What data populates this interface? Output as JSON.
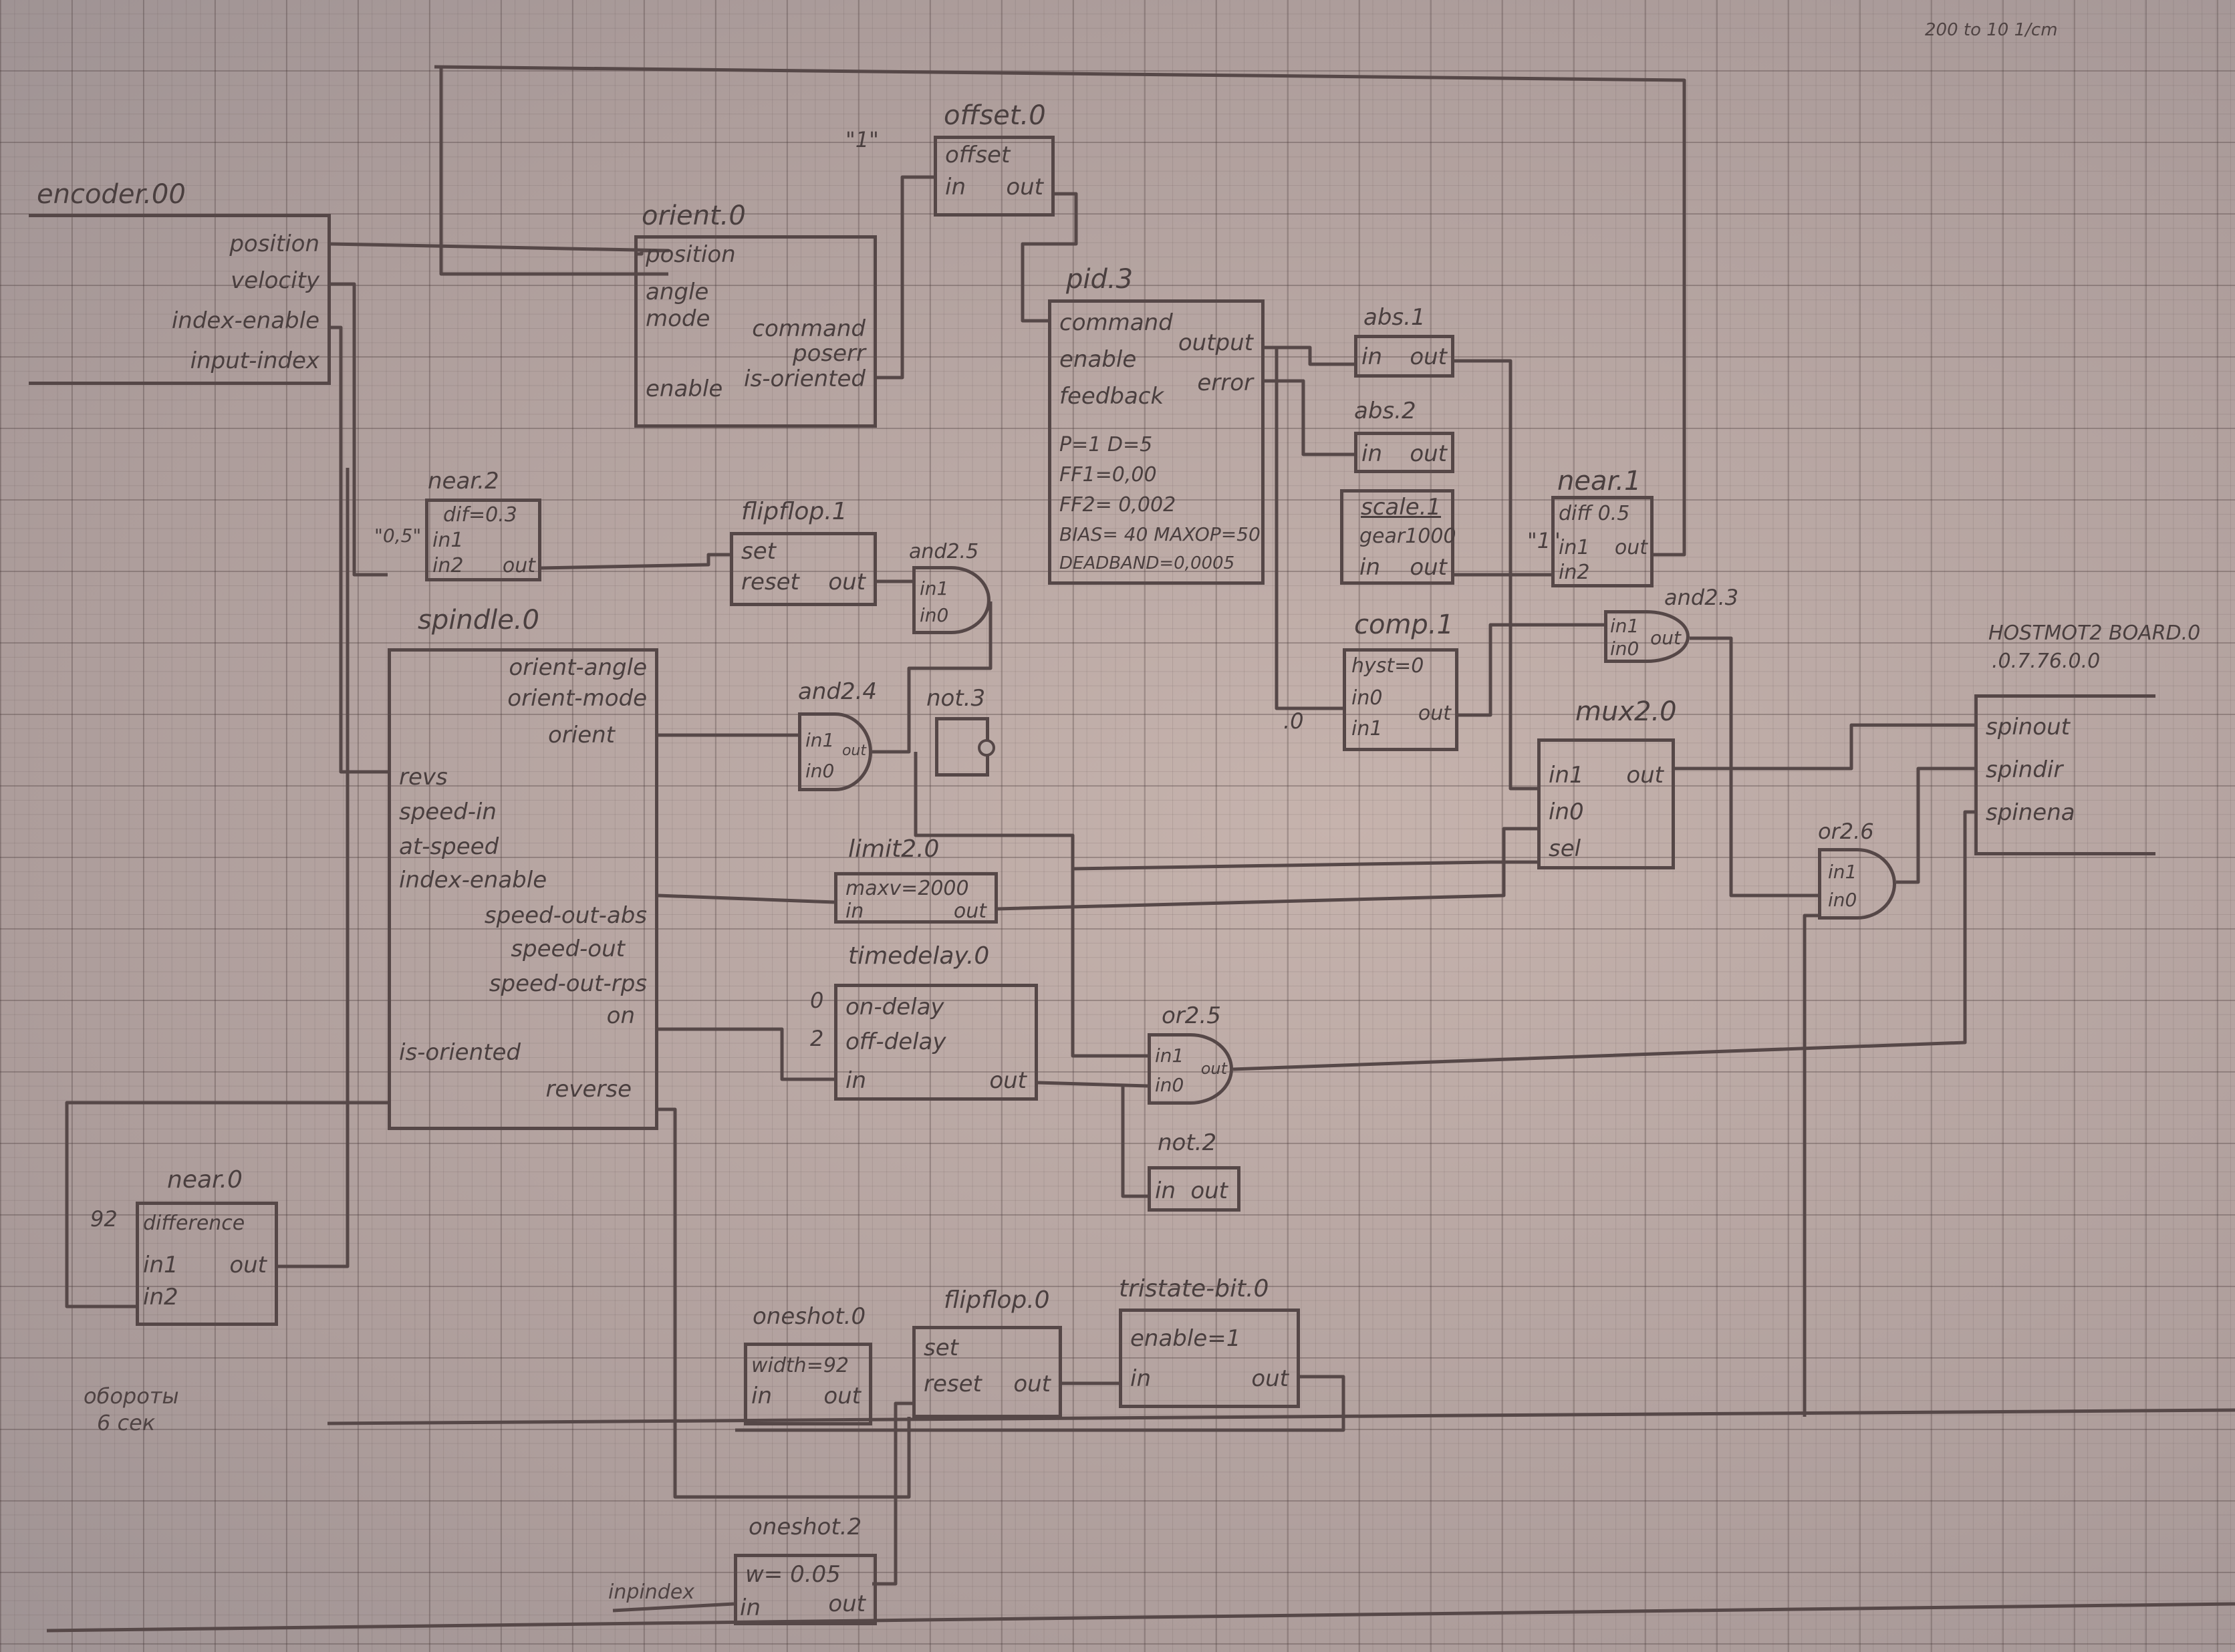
{
  "corner_note": "200 to 10 1/cm",
  "blocks": {
    "encoder": {
      "title": "encoder.00",
      "pins": [
        "position",
        "velocity",
        "index-enable",
        "input-index"
      ]
    },
    "offset": {
      "title": "offset.0",
      "pins": [
        "offset",
        "in",
        "out"
      ],
      "const": "\"1\""
    },
    "orient": {
      "title": "orient.0",
      "inputs": [
        "position",
        "angle",
        "mode",
        "enable"
      ],
      "outputs": [
        "command",
        "poserr",
        "is-oriented"
      ]
    },
    "pid": {
      "title": "pid.3",
      "inputs": [
        "command",
        "enable",
        "feedback"
      ],
      "outputs": [
        "output",
        "error"
      ],
      "params": [
        "P=1  D=5",
        "FF1=0,00",
        "FF2= 0,002",
        "BIAS= 40  MAXOP=50",
        "DEADBAND=0,0005"
      ]
    },
    "abs1": {
      "title": "abs.1",
      "pins": [
        "in",
        "out"
      ]
    },
    "abs2": {
      "title": "abs.2",
      "pins": [
        "in",
        "out"
      ]
    },
    "scale": {
      "title": "scale.1",
      "pins": [
        "gear1000",
        "in",
        "out"
      ]
    },
    "near1": {
      "title": "near.1",
      "pins": [
        "diff 0.5",
        "in1",
        "out",
        "in2"
      ],
      "const": "\"1\""
    },
    "and23": {
      "title": "and2.3",
      "pins": [
        "in1",
        "in0",
        "out"
      ]
    },
    "comp": {
      "title": "comp.1",
      "pins": [
        "hyst=0",
        "in0",
        "in1",
        "out"
      ],
      "const": ".0"
    },
    "mux": {
      "title": "mux2.0",
      "pins": [
        "in1",
        "out",
        "in0",
        "sel"
      ]
    },
    "or26": {
      "title": "or2.6",
      "pins": [
        "in1",
        "in0"
      ]
    },
    "hostmot": {
      "title": "HOSTMOT2 BOARD.0",
      "subtitle": ".0.7.76.0.0",
      "pins": [
        "spinout",
        "spindir",
        "spinena"
      ]
    },
    "near2": {
      "title": "near.2",
      "pins": [
        "dif=0.3",
        "in1",
        "in2",
        "out"
      ],
      "const": "\"0,5\""
    },
    "flipflop1": {
      "title": "flipflop.1",
      "pins": [
        "set",
        "reset",
        "out"
      ]
    },
    "and25": {
      "title": "and2.5",
      "pins": [
        "in1",
        "in0"
      ]
    },
    "spindle": {
      "title": "spindle.0",
      "pins": [
        "orient-angle",
        "orient-mode",
        "orient",
        "revs",
        "speed-in",
        "at-speed",
        "index-enable",
        "speed-out-abs",
        "speed-out",
        "speed-out-rps",
        "on",
        "is-oriented",
        "reverse"
      ]
    },
    "and24": {
      "title": "and2.4",
      "pins": [
        "in1",
        "in0",
        "out"
      ]
    },
    "not3": {
      "title": "not.3"
    },
    "limit2": {
      "title": "limit2.0",
      "pins": [
        "maxv=2000",
        "in",
        "out"
      ]
    },
    "timedelay": {
      "title": "timedelay.0",
      "pins": [
        "on-delay",
        "off-delay",
        "in",
        "out"
      ],
      "consts": [
        "0",
        "2"
      ]
    },
    "or25": {
      "title": "or2.5",
      "pins": [
        "in1",
        "in0",
        "out"
      ]
    },
    "not2": {
      "title": "not.2",
      "pins": [
        "in",
        "out"
      ]
    },
    "near0": {
      "title": "near.0",
      "pins": [
        "difference",
        "in1",
        "out",
        "in2"
      ],
      "const": "92",
      "note": [
        "обороты",
        "6 сек"
      ]
    },
    "oneshot0": {
      "title": "oneshot.0",
      "pins": [
        "width=92",
        "in",
        "out"
      ]
    },
    "flipflop0": {
      "title": "flipflop.0",
      "pins": [
        "set",
        "reset",
        "out"
      ]
    },
    "tristate": {
      "title": "tristate-bit.0",
      "pins": [
        "enable=1",
        "in",
        "out"
      ]
    },
    "oneshot2": {
      "title": "oneshot.2",
      "pins": [
        "w= 0.05",
        "in",
        "out"
      ],
      "input_label": "inpindex"
    }
  }
}
